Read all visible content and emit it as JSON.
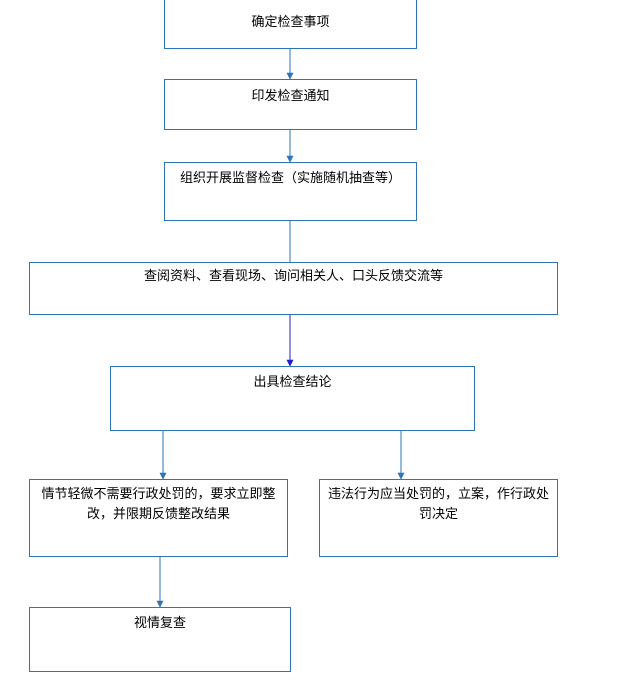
{
  "flowchart": {
    "colors": {
      "box_border": "#2e75b6",
      "arrow": "#2e75b6",
      "arrow_dark": "#1f1fcc",
      "text": "#000000"
    },
    "nodes": [
      {
        "id": "n1",
        "text": "确定检查事项"
      },
      {
        "id": "n2",
        "text": "印发检查通知"
      },
      {
        "id": "n3",
        "text": "组织开展监督检查（实施随机抽查等）"
      },
      {
        "id": "n4",
        "text": "查阅资料、查看现场、询问相关人、口头反馈交流等"
      },
      {
        "id": "n5",
        "text": "出具检查结论"
      },
      {
        "id": "n6",
        "text": "情节轻微不需要行政处罚的，要求立即整改，并限期反馈整改结果"
      },
      {
        "id": "n7",
        "text": "违法行为应当处罚的，立案，作行政处罚决定"
      },
      {
        "id": "n8",
        "text": "视情复查"
      }
    ],
    "edges": [
      {
        "from": "n1",
        "to": "n2",
        "arrow": true
      },
      {
        "from": "n2",
        "to": "n3",
        "arrow": true
      },
      {
        "from": "n3",
        "to": "n4",
        "arrow": false
      },
      {
        "from": "n4",
        "to": "n5",
        "arrow": true
      },
      {
        "from": "n5",
        "to": "n6",
        "arrow": true
      },
      {
        "from": "n5",
        "to": "n7",
        "arrow": true
      },
      {
        "from": "n6",
        "to": "n8",
        "arrow": true
      }
    ]
  }
}
